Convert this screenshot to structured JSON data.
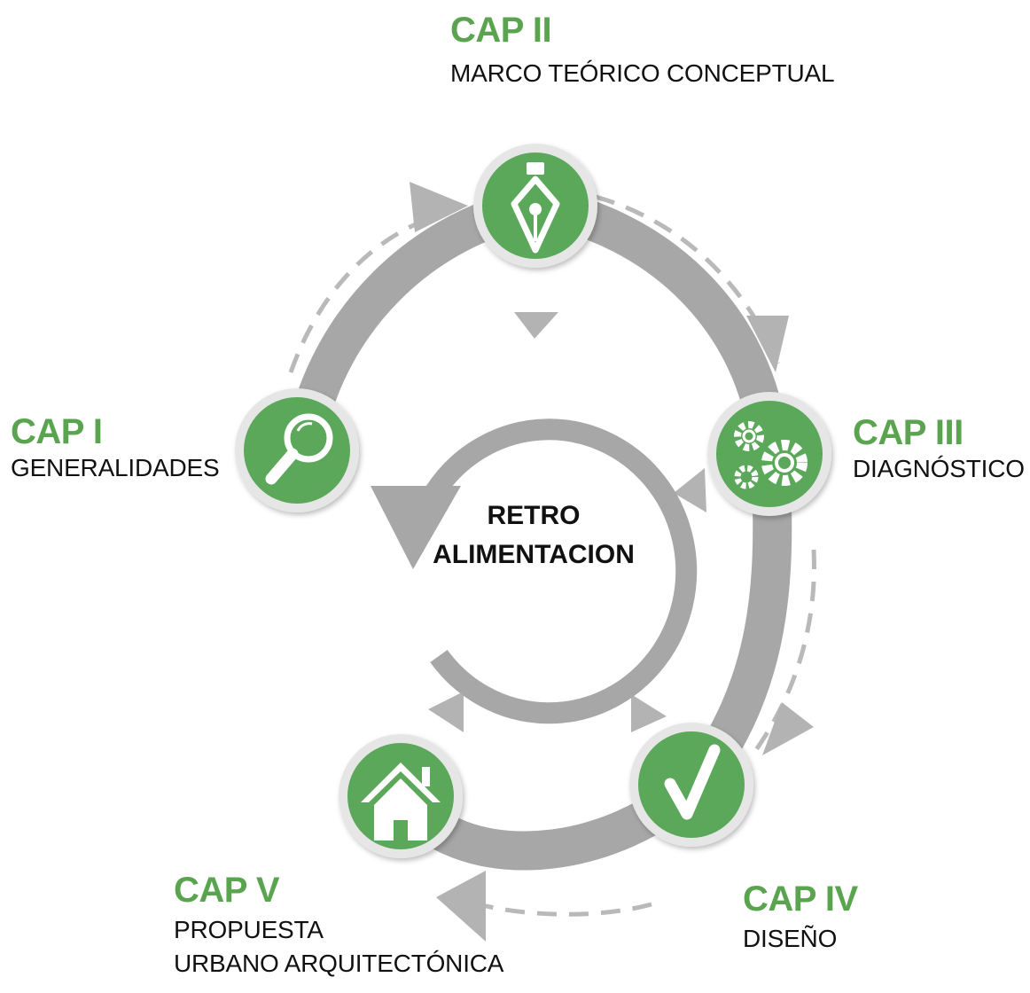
{
  "colors": {
    "green": "#5ba85a",
    "green_text": "#5aa44f",
    "ring_gray": "#a7a7a7",
    "arrow_gray": "#b3b3b3",
    "node_outer": "#e6e6e6",
    "text_dark": "#111111"
  },
  "center": {
    "line1": "RETRO",
    "line2": "ALIMENTACION"
  },
  "chapters": [
    {
      "id": "cap1",
      "title": "CAP I",
      "lines": [
        "GENERALIDADES"
      ],
      "icon": "magnifier-icon"
    },
    {
      "id": "cap2",
      "title": "CAP II",
      "lines": [
        "MARCO TEÓRICO CONCEPTUAL"
      ],
      "icon": "pen-nib-icon"
    },
    {
      "id": "cap3",
      "title": "CAP III",
      "lines": [
        "DIAGNÓSTICO"
      ],
      "icon": "gears-icon"
    },
    {
      "id": "cap4",
      "title": "CAP IV",
      "lines": [
        "DISEÑO"
      ],
      "icon": "checkmark-icon"
    },
    {
      "id": "cap5",
      "title": "CAP V",
      "lines": [
        "PROPUESTA",
        "URBANO ARQUITECTÓNICA"
      ],
      "icon": "house-icon"
    }
  ]
}
